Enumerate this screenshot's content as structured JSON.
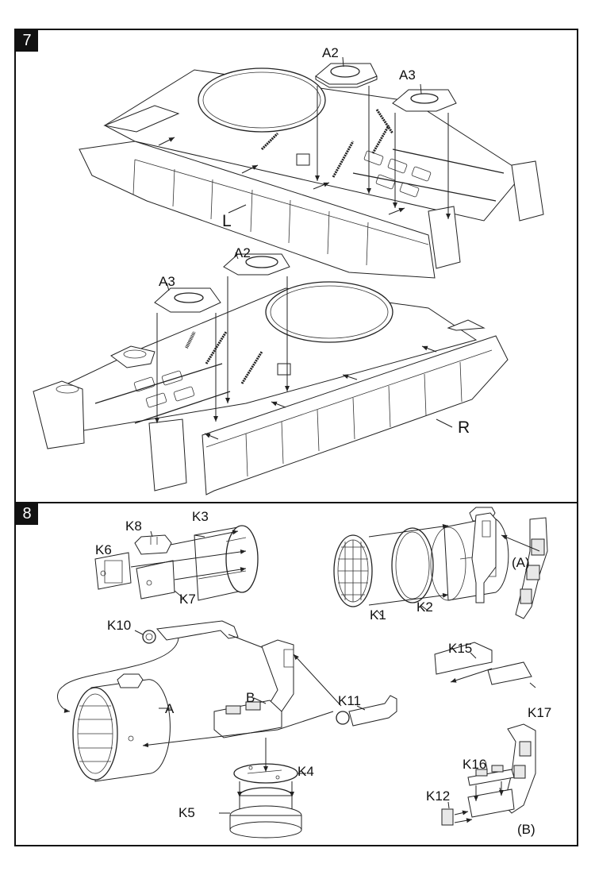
{
  "document": {
    "type": "assembly-instructions"
  },
  "steps": [
    {
      "number": "7",
      "labels": {
        "upper_a2": "A2",
        "upper_a3": "A3",
        "upper_side": "L",
        "lower_a2": "A2",
        "lower_a3": "A3",
        "lower_side": "R"
      }
    },
    {
      "number": "8",
      "labels": {
        "k1": "K1",
        "k2": "K2",
        "k3": "K3",
        "k4": "K4",
        "k5": "K5",
        "k6": "K6",
        "k7": "K7",
        "k8": "K8",
        "k10": "K10",
        "k11": "K11",
        "k12": "K12",
        "k15": "K15",
        "k16": "K16",
        "k17": "K17",
        "sub_a_ref": "A",
        "sub_b_ref": "B",
        "subassembly_a": "(A)",
        "subassembly_b": "(B)"
      }
    }
  ]
}
